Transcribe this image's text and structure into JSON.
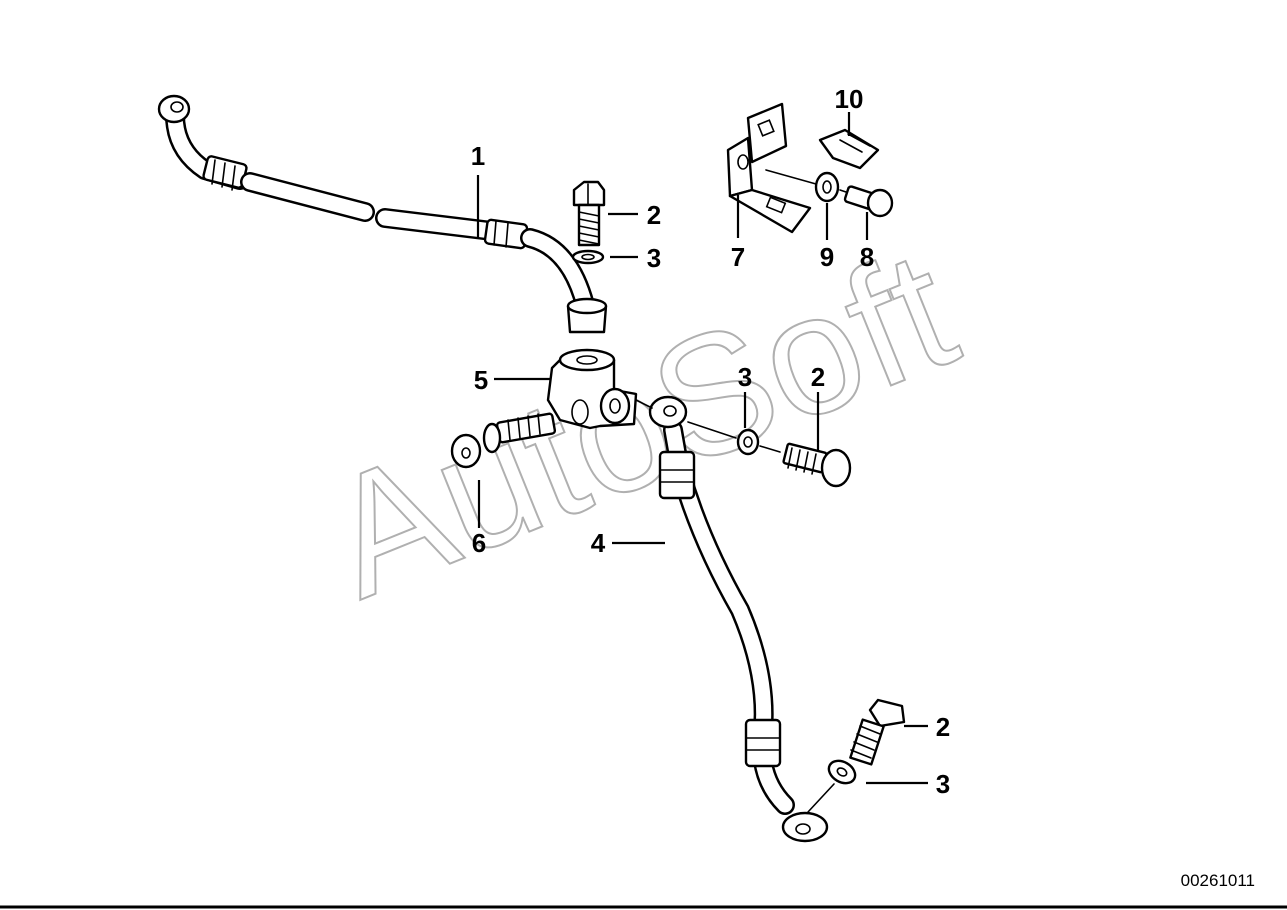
{
  "watermark": "AutoSoft",
  "drawing_number": "00261011",
  "callouts": [
    {
      "id": "c1",
      "label": "1"
    },
    {
      "id": "c2a",
      "label": "2"
    },
    {
      "id": "c3a",
      "label": "3"
    },
    {
      "id": "c10",
      "label": "10"
    },
    {
      "id": "c7",
      "label": "7"
    },
    {
      "id": "c9",
      "label": "9"
    },
    {
      "id": "c8",
      "label": "8"
    },
    {
      "id": "c5",
      "label": "5"
    },
    {
      "id": "c3b",
      "label": "3"
    },
    {
      "id": "c2b",
      "label": "2"
    },
    {
      "id": "c6",
      "label": "6"
    },
    {
      "id": "c4",
      "label": "4"
    },
    {
      "id": "c2c",
      "label": "2"
    },
    {
      "id": "c3c",
      "label": "3"
    }
  ]
}
